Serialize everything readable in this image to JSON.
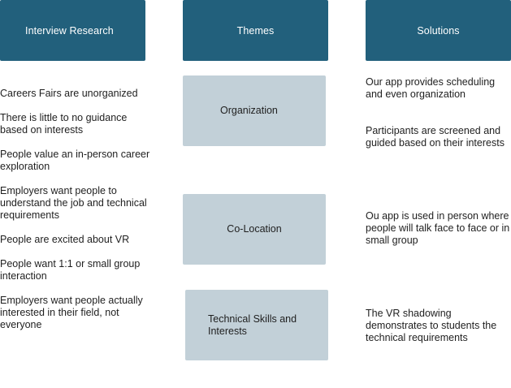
{
  "headers": {
    "research": "Interview Research",
    "themes": "Themes",
    "solutions": "Solutions"
  },
  "research": [
    "Careers Fairs are unorganized",
    "There is little to no guidance based on interests",
    "People value an in-person career exploration",
    "Employers want people to understand the job and technical requirements",
    "People are excited about VR",
    "People want 1:1 or small group interaction",
    "Employers want people actually interested in their field, not everyone"
  ],
  "themes": [
    "Organization",
    "Co-Location",
    "Technical Skills and Interests"
  ],
  "solutions": [
    "Our app provides scheduling and even organization",
    "Participants are screened and guided based on their interests",
    "Ou app is used in person where people will talk face to face or in small group",
    "The VR shadowing demonstrates to students the technical requirements"
  ],
  "colors": {
    "header_bg": "#22607c",
    "theme_bg": "#c2d0d8",
    "text": "#1f1f1f"
  }
}
